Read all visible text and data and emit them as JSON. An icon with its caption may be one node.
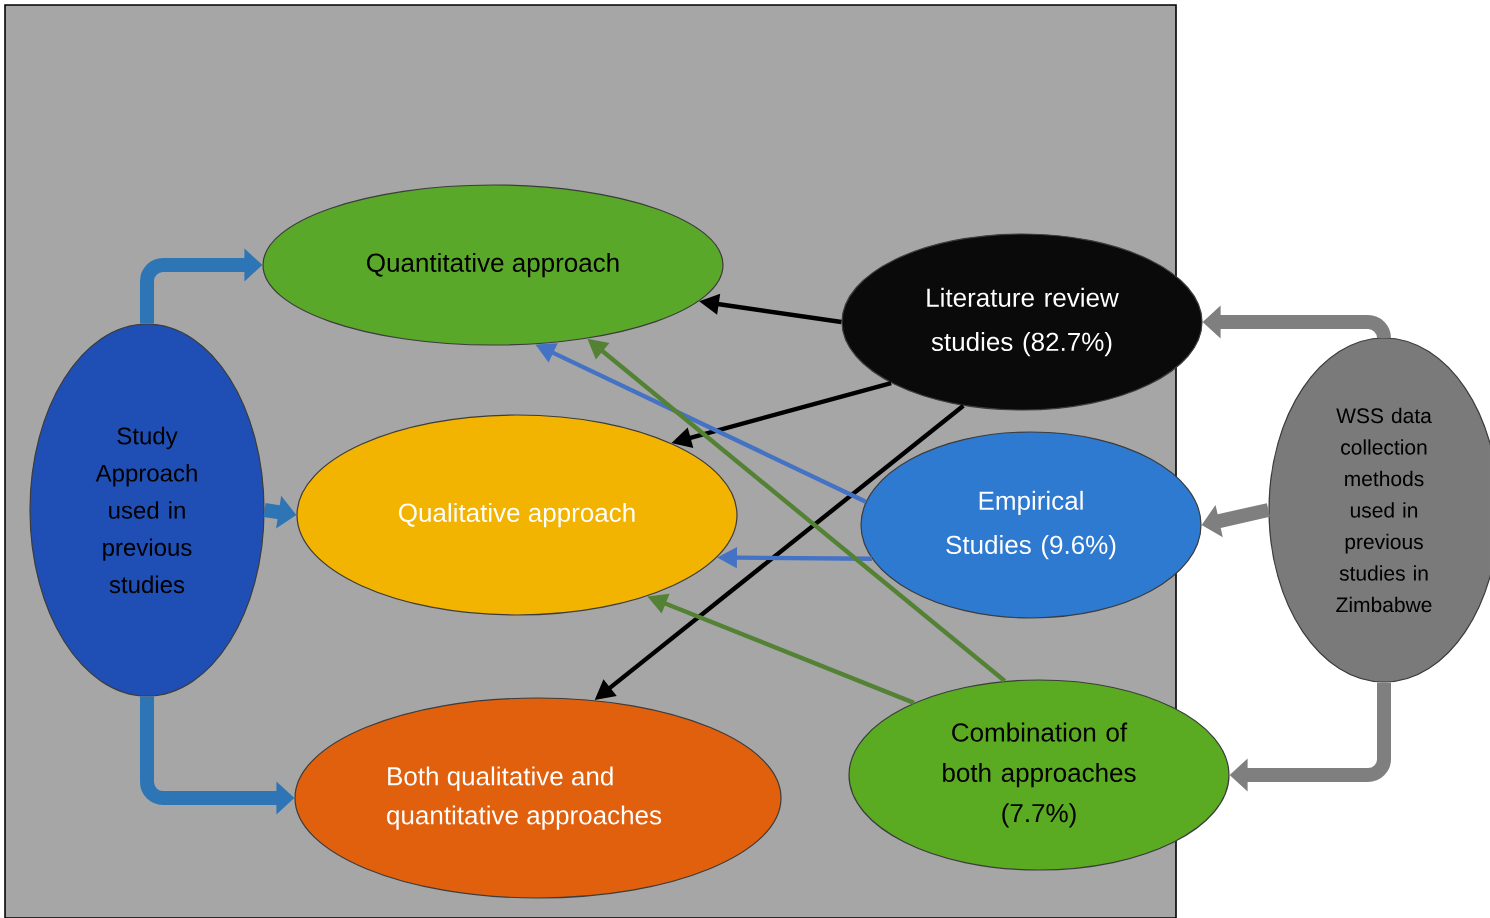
{
  "diagram": {
    "nodes": [
      {
        "text": [
          "Study Approach used in previous studies"
        ]
      },
      {
        "text": [
          "Quantitative approach"
        ]
      },
      {
        "text": [
          "Qualitative approach"
        ]
      },
      {
        "text": [
          "Both qualitative and quantitative approaches"
        ]
      },
      {
        "text": [
          "Literature review studies (82.7%)"
        ]
      },
      {
        "text": [
          "Empirical Studies (9.6%)"
        ]
      },
      {
        "text": [
          "Combination of both approaches (7.7%)"
        ]
      },
      {
        "text": [
          "WSS data collection methods used in previous studies in Zimbabwe"
        ]
      }
    ],
    "edges": [
      {
        "from": 0,
        "to": 1,
        "arrow": "to",
        "style": "thick",
        "color": "#2e75b6"
      },
      {
        "from": 0,
        "to": 2,
        "arrow": "to",
        "style": "thick",
        "color": "#2e75b6"
      },
      {
        "from": 0,
        "to": 3,
        "arrow": "to",
        "style": "thick",
        "color": "#2e75b6"
      },
      {
        "from": 7,
        "to": 4,
        "arrow": "to",
        "style": "thick",
        "color": "#7f7f7f"
      },
      {
        "from": 7,
        "to": 5,
        "arrow": "to",
        "style": "thick",
        "color": "#7f7f7f"
      },
      {
        "from": 7,
        "to": 6,
        "arrow": "to",
        "style": "thick",
        "color": "#7f7f7f"
      },
      {
        "from": 4,
        "to": 1,
        "arrow": "to",
        "color": "#000000"
      },
      {
        "from": 4,
        "to": 2,
        "arrow": "to",
        "color": "#000000"
      },
      {
        "from": 4,
        "to": 3,
        "arrow": "to",
        "color": "#000000"
      },
      {
        "from": 5,
        "to": 1,
        "arrow": "to",
        "color": "#4472c4"
      },
      {
        "from": 5,
        "to": 2,
        "arrow": "to",
        "color": "#4472c4"
      },
      {
        "from": 6,
        "to": 2,
        "arrow": "to",
        "color": "#548235"
      },
      {
        "from": 6,
        "to": 1,
        "arrow": "to",
        "color": "#548235"
      }
    ]
  }
}
